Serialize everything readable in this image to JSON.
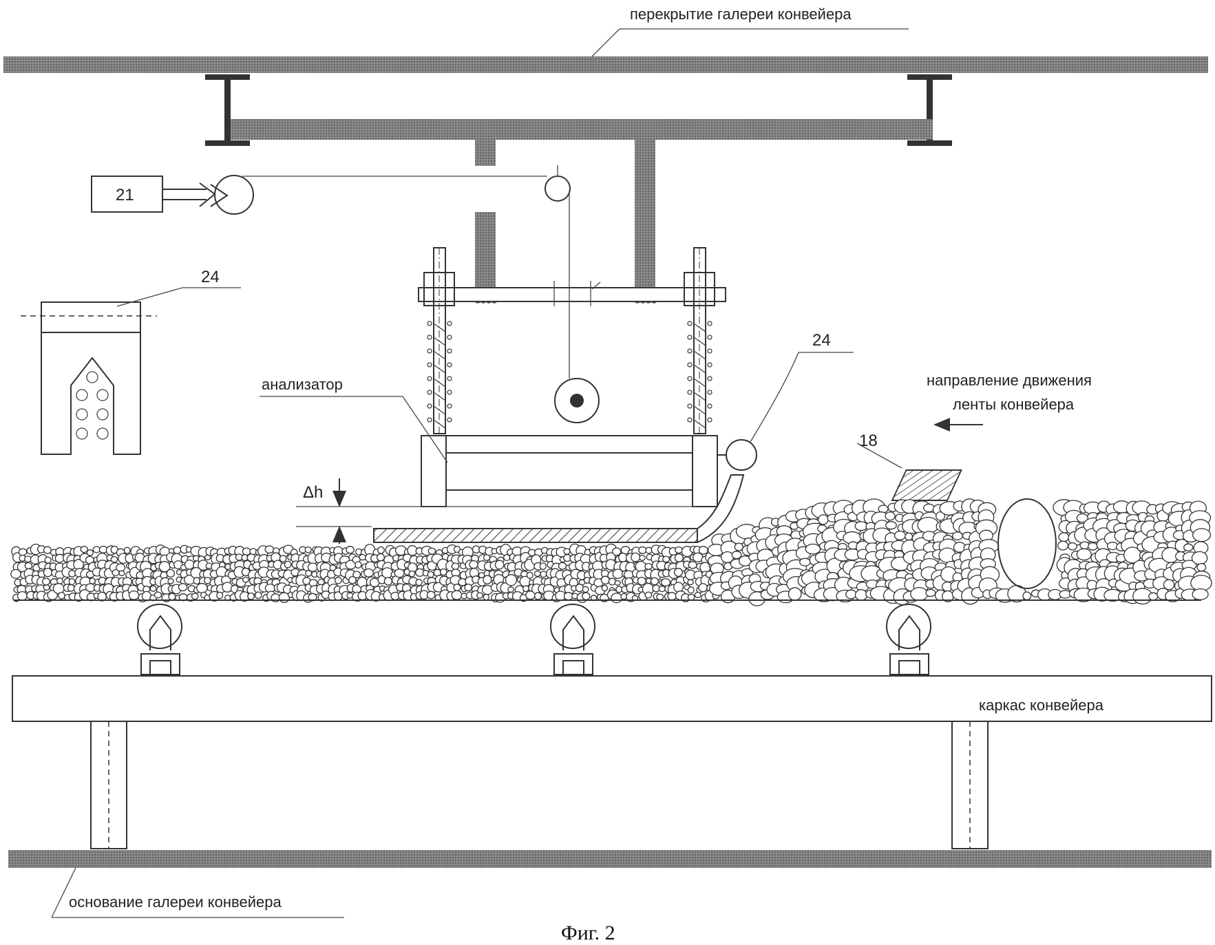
{
  "figure": {
    "caption": "Фиг. 2",
    "labels": {
      "ceiling": "перекрытие галереи конвейера",
      "base": "основание галереи конвейера",
      "frame": "каркас конвейера",
      "analyzer": "анализатор",
      "direction_line1": "направление движения",
      "direction_line2": "ленты конвейера",
      "gap": "Δh"
    },
    "refs": {
      "drive": "21",
      "sampler_left": "24",
      "sampler_right": "24",
      "item18": "18"
    }
  }
}
